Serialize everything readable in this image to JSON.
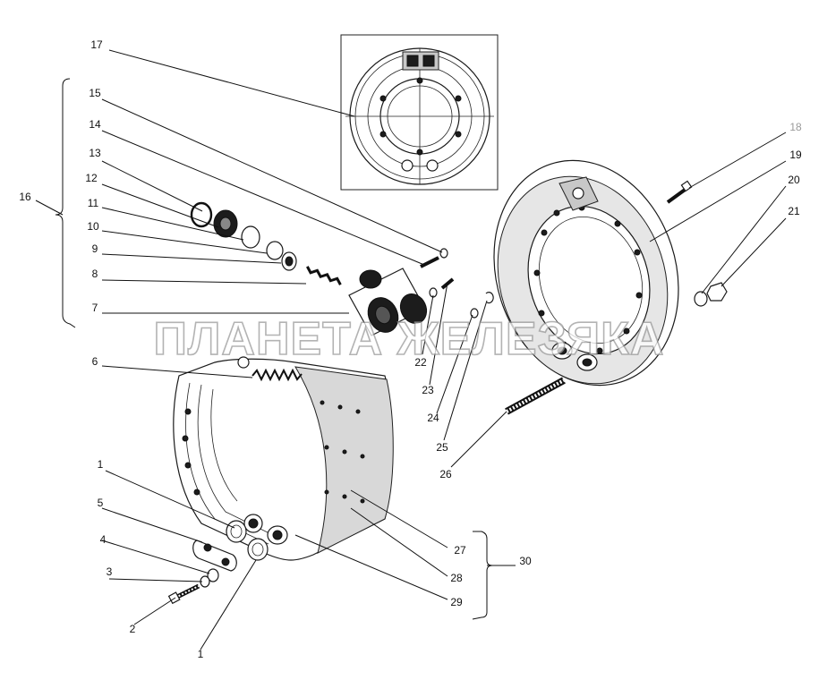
{
  "watermark": "ПЛАНЕТА ЖЕЛЕЗЯКА",
  "callouts": {
    "n1": "1",
    "n1b": "1",
    "n2": "2",
    "n3": "3",
    "n4": "4",
    "n5": "5",
    "n6": "6",
    "n7": "7",
    "n8": "8",
    "n9": "9",
    "n10": "10",
    "n11": "11",
    "n12": "12",
    "n13": "13",
    "n14": "14",
    "n15": "15",
    "n16": "16",
    "n17": "17",
    "n18": "18",
    "n19": "19",
    "n20": "20",
    "n21": "21",
    "n22": "22",
    "n23": "23",
    "n24": "24",
    "n25": "25",
    "n26": "26",
    "n27": "27",
    "n28": "28",
    "n29": "29",
    "n30": "30"
  },
  "colors": {
    "ink": "#111111",
    "faded_label": "#9a9a9a",
    "background": "#ffffff"
  }
}
